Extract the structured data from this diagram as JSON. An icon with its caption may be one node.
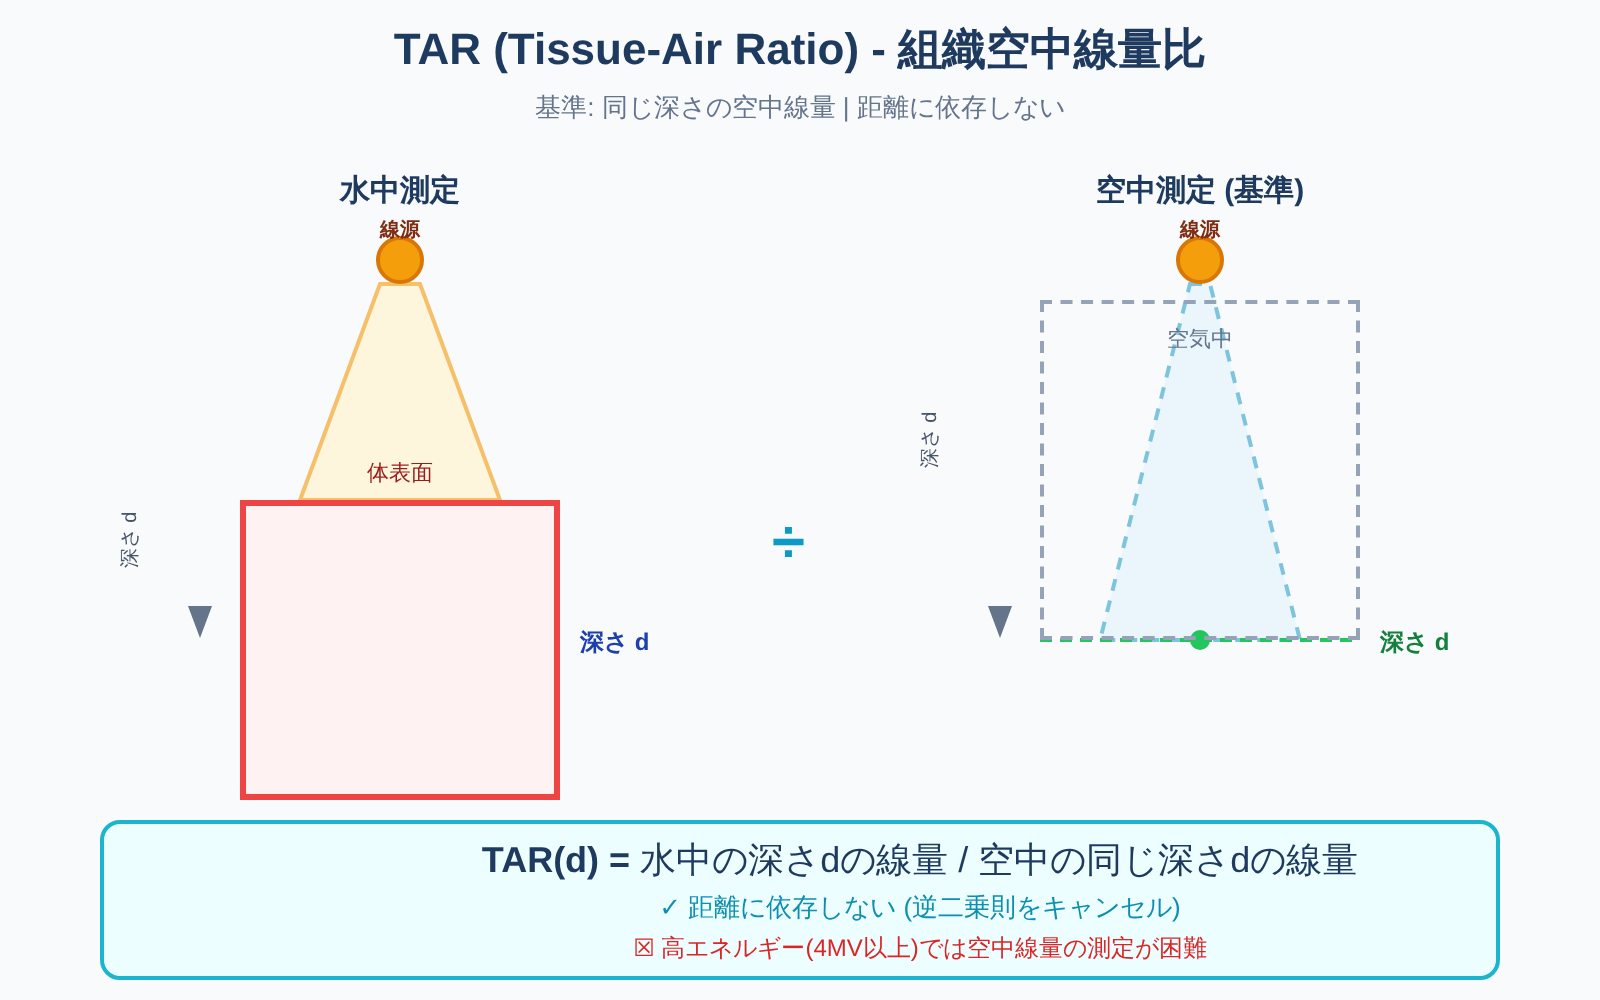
{
  "diagram": {
    "title": "TAR (Tissue-Air Ratio) - 組織空中線量比",
    "nodes": [
      {
        "text": [
          "線源"
        ]
      },
      {
        "text": [],
        "shape": "box"
      },
      {
        "text": [
          "線源"
        ]
      },
      {
        "text": [
          "空気中"
        ]
      },
      {
        "text": [
          "**TAR(d) =** 水中の深さdの線量 / 空中の同じ深さdの線量",
          "✓ 距離に依存しない (逆二乗則をキャンセル)",
          "☒ 高エネルギー(4MV以上)では空中線量の測定が困難"
        ]
      }
    ],
    "labels": [
      "基準: 同じ深さの空中線量 | 距離に依存しない",
      "水中測定",
      "空中測定 (基準)",
      "体表面",
      "深さ d",
      "深さ d",
      "÷",
      "深さ d",
      "深さ d"
    ]
  }
}
